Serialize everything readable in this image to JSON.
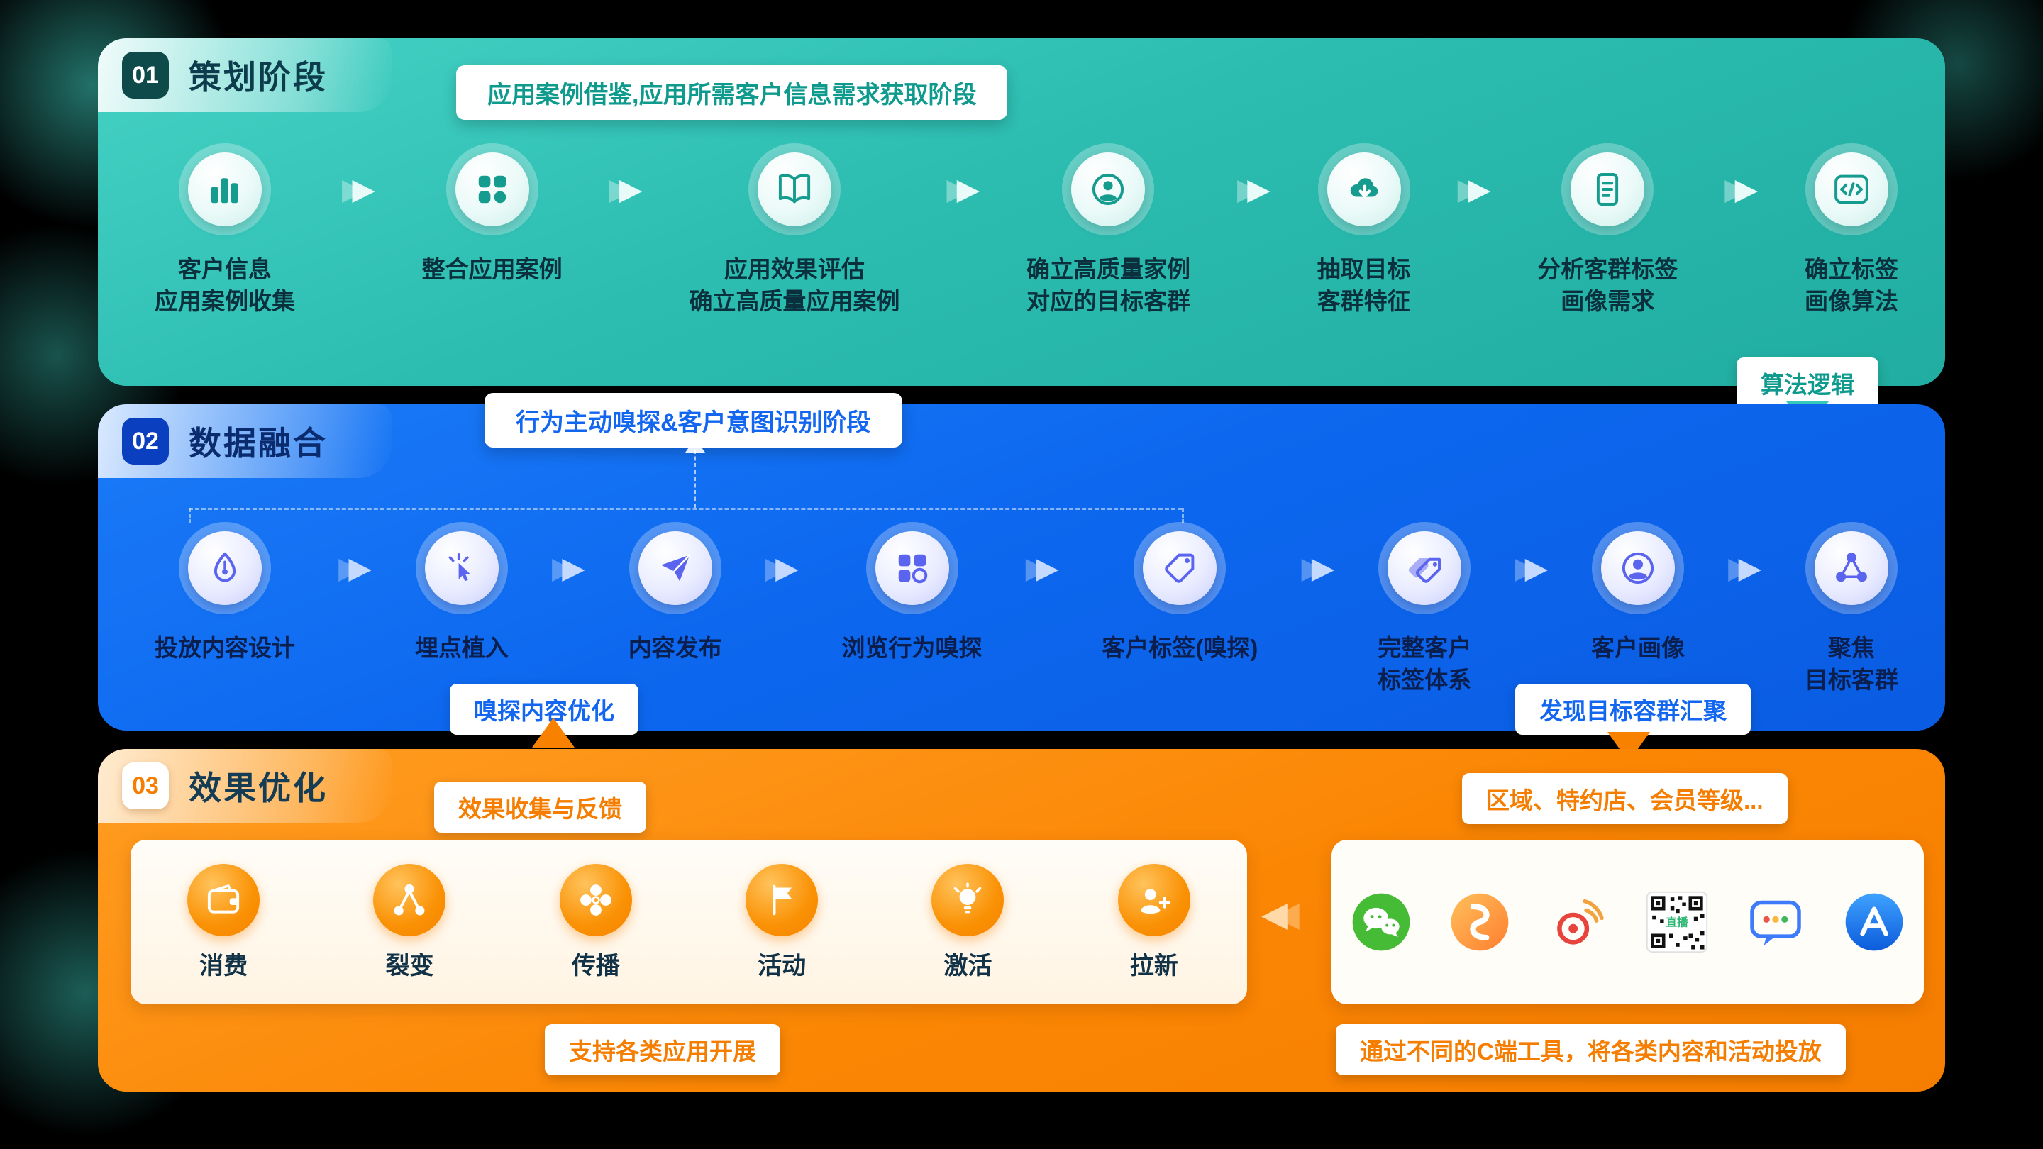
{
  "colors": {
    "teal": "#2CBCB0",
    "blue": "#0D68EF",
    "orange": "#F88200"
  },
  "stage1": {
    "number": "01",
    "title": "策划阶段",
    "banner": "应用案例借鉴,应用所需客户信息需求获取阶段",
    "steps": [
      {
        "icon": "bar-chart-icon",
        "label": "客户信息\n应用案例收集"
      },
      {
        "icon": "grid-icon",
        "label": "整合应用案例"
      },
      {
        "icon": "open-book-icon",
        "label": "应用效果评估\n确立高质量应用案例"
      },
      {
        "icon": "person-circle-icon",
        "label": "确立高质量家例\n对应的目标客群"
      },
      {
        "icon": "cloud-download-icon",
        "label": "抽取目标\n客群特征"
      },
      {
        "icon": "document-icon",
        "label": "分析客群标签\n画像需求"
      },
      {
        "icon": "code-icon",
        "label": "确立标签\n画像算法"
      }
    ],
    "algo_badge": "算法逻辑"
  },
  "stage2": {
    "number": "02",
    "title": "数据融合",
    "banner": "行为主动嗅探&客户意图识别阶段",
    "steps": [
      {
        "icon": "pen-icon",
        "label": "投放内容设计"
      },
      {
        "icon": "tap-icon",
        "label": "埋点植入"
      },
      {
        "icon": "paper-plane-icon",
        "label": "内容发布"
      },
      {
        "icon": "browse-grid-icon",
        "label": "浏览行为嗅探"
      },
      {
        "icon": "tag-icon",
        "label": "客户标签(嗅探)"
      },
      {
        "icon": "tags-icon",
        "label": "完整客户\n标签体系"
      },
      {
        "icon": "profile-icon",
        "label": "客户画像"
      },
      {
        "icon": "network-icon",
        "label": "聚焦\n目标客群"
      }
    ],
    "optimize_badge": "嗅探内容优化",
    "discover_badge": "发现目标容群汇聚"
  },
  "stage3": {
    "number": "03",
    "title": "效果优化",
    "feedback_badge": "效果收集与反馈",
    "region_badge": "区域、特约店、会员等级...",
    "support_badge": "支持各类应用开展",
    "tools_badge": "通过不同的C端工具，将各类内容和活动投放",
    "apps": [
      {
        "icon": "wallet-icon",
        "label": "消费"
      },
      {
        "icon": "fission-icon",
        "label": "裂变"
      },
      {
        "icon": "spread-icon",
        "label": "传播"
      },
      {
        "icon": "activity-flag-icon",
        "label": "活动"
      },
      {
        "icon": "bulb-icon",
        "label": "激活"
      },
      {
        "icon": "user-plus-icon",
        "label": "拉新"
      }
    ],
    "channels": [
      {
        "icon": "wechat-icon"
      },
      {
        "icon": "wechat-channels-icon"
      },
      {
        "icon": "weibo-icon"
      },
      {
        "icon": "live-qr-icon",
        "label": "直播"
      },
      {
        "icon": "chat-bubble-icon"
      },
      {
        "icon": "appstore-icon"
      }
    ]
  }
}
